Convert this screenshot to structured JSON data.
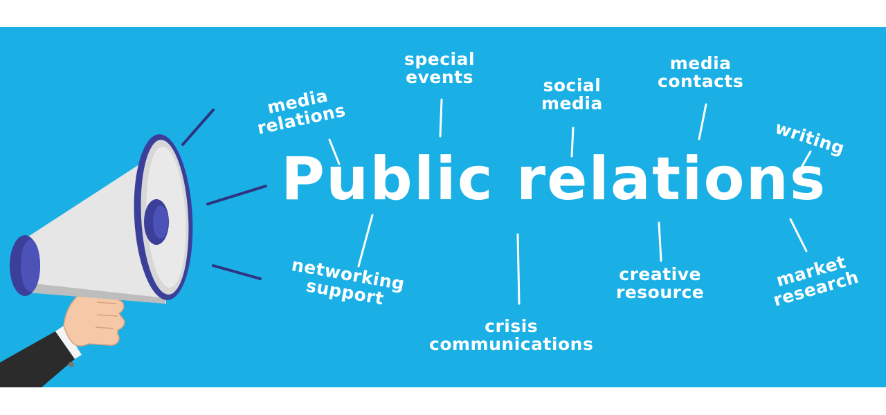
{
  "banner": {
    "title": "Public relations",
    "background_color": "#1ab0e6",
    "text_color": "#ffffff",
    "icons": [
      "megaphone-icon",
      "hand-icon"
    ],
    "terms": {
      "media_relations": [
        "media",
        "relations"
      ],
      "special_events": [
        "special",
        "events"
      ],
      "social_media": [
        "social",
        "media"
      ],
      "media_contacts": [
        "media",
        "contacts"
      ],
      "writing": [
        "writing"
      ],
      "networking_support": [
        "networking",
        "support"
      ],
      "crisis_communications": [
        "crisis",
        "communications"
      ],
      "creative_resource": [
        "creative",
        "resource"
      ],
      "market_research": [
        "market",
        "research"
      ]
    }
  }
}
